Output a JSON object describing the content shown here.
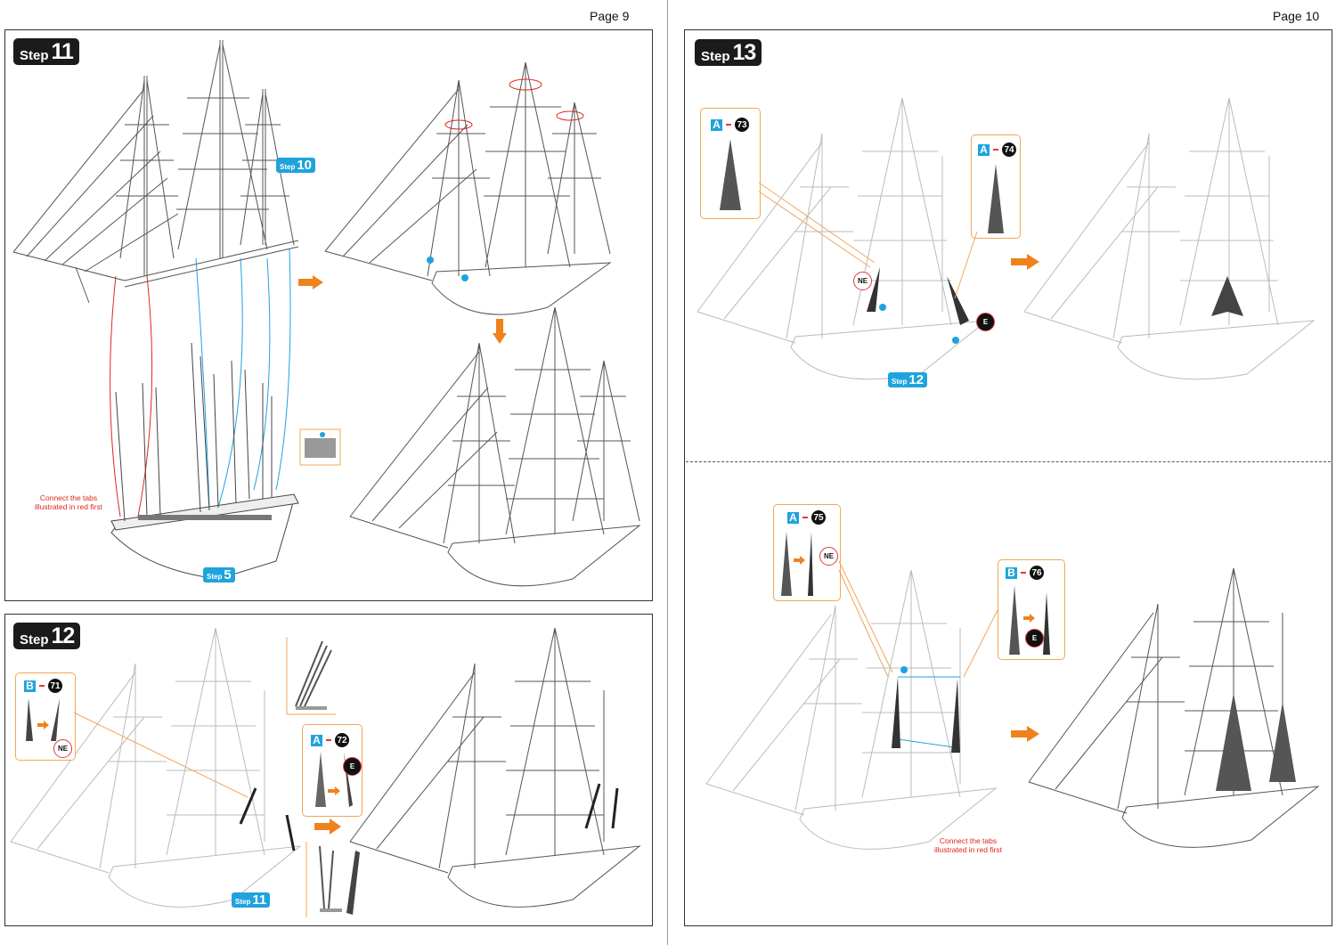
{
  "pages": {
    "left_number": "Page 9",
    "right_number": "Page 10"
  },
  "steps": {
    "step11": {
      "word": "Step",
      "num": "11"
    },
    "step12": {
      "word": "Step",
      "num": "12"
    },
    "step13": {
      "word": "Step",
      "num": "13"
    }
  },
  "refs": {
    "ref_step10": {
      "word": "Step",
      "num": "10"
    },
    "ref_step5": {
      "word": "Step",
      "num": "5"
    },
    "ref_step11": {
      "word": "Step",
      "num": "11"
    },
    "ref_step12": {
      "word": "Step",
      "num": "12"
    }
  },
  "parts": {
    "p71": {
      "sheet": "B",
      "num": "71"
    },
    "p72": {
      "sheet": "A",
      "num": "72"
    },
    "p73": {
      "sheet": "A",
      "num": "73"
    },
    "p74": {
      "sheet": "A",
      "num": "74"
    },
    "p75": {
      "sheet": "A",
      "num": "75"
    },
    "p76": {
      "sheet": "B",
      "num": "76"
    }
  },
  "labels": {
    "ne": "NE",
    "e": "E"
  },
  "notes": {
    "connect_tabs_line1": "Connect the tabs",
    "connect_tabs_line2": "illustrated in red first"
  },
  "colors": {
    "accent_orange": "#f0821e",
    "accent_blue": "#1fa3dc",
    "tab_red": "#e0261e",
    "tab_green": "#8cc63f"
  }
}
